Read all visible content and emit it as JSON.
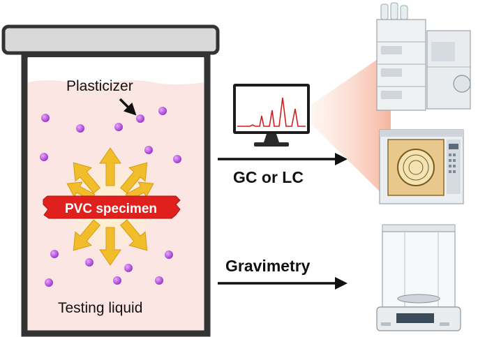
{
  "labels": {
    "plasticizer": "Plasticizer",
    "pvc_specimen": "PVC specimen",
    "testing_liquid": "Testing liquid",
    "gc_lc": "GC or LC",
    "gravimetry": "Gravimetry"
  },
  "colors": {
    "container_stroke": "#333333",
    "lid_fill": "#d9d9d9",
    "liquid_fill": "#fbe6e3",
    "particle": "#b04cd8",
    "arrow_gold": "#f2bd2a",
    "pvc_red": "#e0201c",
    "chromatogram_line": "#d21e1e",
    "beam_fill": "#f6c2ae"
  },
  "icons": {
    "monitor": "monitor-icon",
    "lc_instrument": "lc-instrument-icon",
    "gc_instrument": "gc-instrument-icon",
    "balance": "analytical-balance-icon"
  }
}
